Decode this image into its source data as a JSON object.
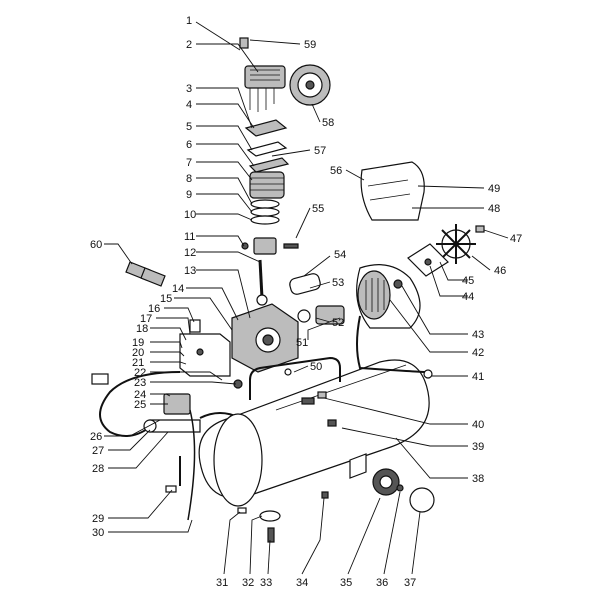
{
  "diagram": {
    "labels": [
      "1",
      "2",
      "3",
      "4",
      "5",
      "6",
      "7",
      "8",
      "9",
      "10",
      "11",
      "12",
      "13",
      "14",
      "15",
      "16",
      "17",
      "18",
      "19",
      "20",
      "21",
      "22",
      "23",
      "24",
      "25",
      "26",
      "27",
      "28",
      "29",
      "30",
      "31",
      "32",
      "33",
      "34",
      "35",
      "36",
      "37",
      "38",
      "39",
      "40",
      "41",
      "42",
      "43",
      "44",
      "45",
      "46",
      "47",
      "48",
      "49",
      "50",
      "51",
      "52",
      "53",
      "54",
      "55",
      "56",
      "57",
      "58",
      "59",
      "60"
    ]
  }
}
